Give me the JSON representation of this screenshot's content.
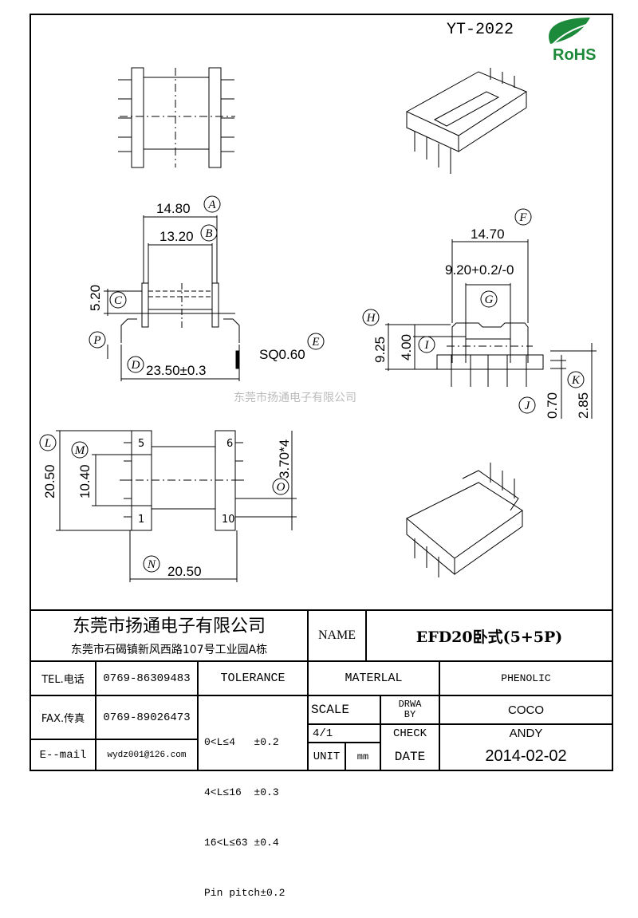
{
  "header": {
    "model_code": "YT-2022",
    "rohs_logo": "RoHS"
  },
  "watermark": "东莞市扬通电子有限公司",
  "dimensions": {
    "A": "14.80",
    "B": "13.20",
    "C": "5.20",
    "D": "23.50±0.3",
    "E": "SQ0.60",
    "F": "14.70",
    "G": "9.20+0.2/-0",
    "H": "9.25",
    "I": "4.00",
    "J": "0.70",
    "K": "2.85",
    "L": "20.50",
    "M": "10.40",
    "N": "20.50",
    "O": "3.70*4"
  },
  "labels": {
    "A": "A",
    "B": "B",
    "C": "C",
    "D": "D",
    "E": "E",
    "F": "F",
    "G": "G",
    "H": "H",
    "I": "I",
    "J": "J",
    "K": "K",
    "L": "L",
    "M": "M",
    "N": "N",
    "O": "O",
    "P": "P"
  },
  "pin_numbers": {
    "p5": "5",
    "p6": "6",
    "p1": "1",
    "p10": "10"
  },
  "title_block": {
    "company": "东莞市扬通电子有限公司",
    "address": "东莞市石碣镇新风西路107号工业园A栋",
    "name_label": "NAME",
    "name_value": "EFD20卧式(5+5P)",
    "tel_label": "TEL.电话",
    "tel_value": "0769-86309483",
    "fax_label": "FAX.传真",
    "fax_value": "0769-89026473",
    "email_label": "E--mail",
    "email_value": "wydz001@126.com",
    "tolerance_label": "TOLERANCE",
    "tolerance_rows": [
      "0<L≤4   ±0.2",
      "4<L≤16  ±0.3",
      "16<L≤63 ±0.4",
      "Pin pitch±0.2"
    ],
    "material_label": "MATERLAL",
    "material_value": "PHENOLIC",
    "scale_label": "SCALE",
    "scale_value": "4/1",
    "unit_label": "UNIT",
    "unit_value": "mm",
    "drawn_label": "DRWA BY",
    "drawn_value": "COCO",
    "check_label": "CHECK",
    "check_value": "ANDY",
    "date_label": "DATE",
    "date_value": "2014-02-02"
  }
}
